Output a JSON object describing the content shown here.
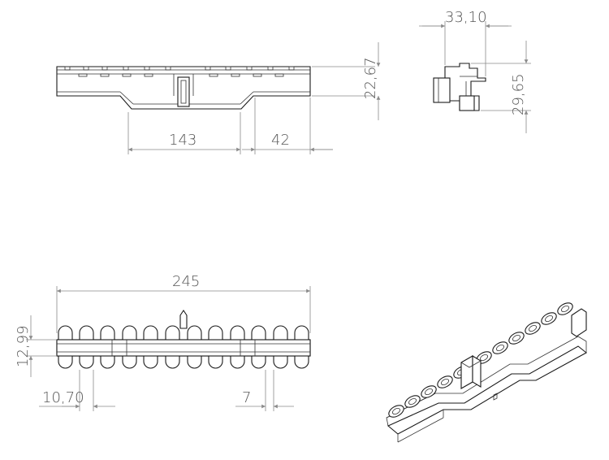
{
  "drawing": {
    "units_hint": "",
    "views": {
      "front": {
        "dimensions": {
          "center_span": "143",
          "end_span": "42",
          "height": "22,67"
        }
      },
      "side": {
        "dimensions": {
          "width": "33,10",
          "height": "29,65"
        }
      },
      "top": {
        "dimensions": {
          "overall_length": "245",
          "width": "12,99",
          "left_offset": "10,70",
          "slot_pitch": "7"
        }
      },
      "isometric": {}
    }
  },
  "colors": {
    "outline": "#1a1a1a",
    "dimension_line": "#8a8a8a",
    "dimension_text": "#555555",
    "background": "#ffffff"
  }
}
